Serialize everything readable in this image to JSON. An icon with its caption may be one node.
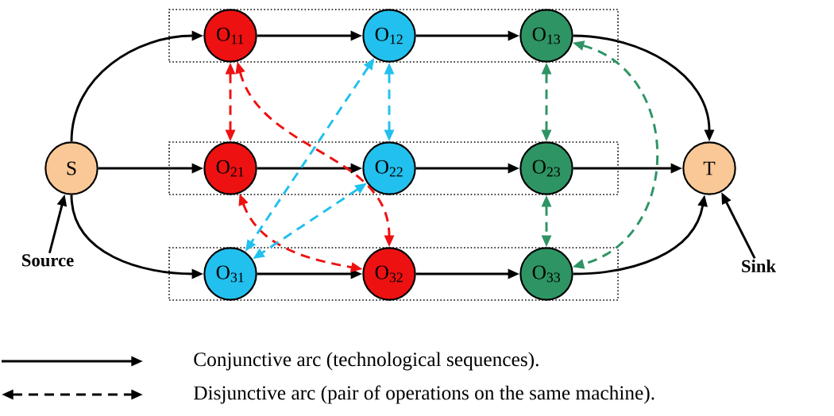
{
  "diagram": {
    "nodes": [
      {
        "text": [
          "S"
        ]
      },
      {
        "text": [],
        "shape": "box"
      },
      {
        "text": [
          "O$_{11}$"
        ],
        "in": 1
      },
      {
        "text": [
          "O$_{12}$"
        ],
        "in": 1
      },
      {
        "text": [
          "O$_{13}$"
        ],
        "in": 1
      },
      {
        "text": [],
        "shape": "box"
      },
      {
        "text": [
          "O$_{21}$"
        ],
        "in": 5
      },
      {
        "text": [
          "O$_{22}$"
        ],
        "in": 5
      },
      {
        "text": [
          "O$_{23}$"
        ],
        "in": 5
      },
      {
        "text": [],
        "shape": "box"
      },
      {
        "text": [
          "O$_{31}$"
        ],
        "in": 9
      },
      {
        "text": [
          "O$_{32}$"
        ],
        "in": 9
      },
      {
        "text": [
          "O$_{33}$"
        ],
        "in": 9
      },
      {
        "text": [
          "T"
        ]
      },
      {
        "text": [
          "Source"
        ]
      },
      {
        "text": [
          "Sink"
        ]
      }
    ],
    "edges": [
      {
        "from": 0,
        "to": 2,
        "arrow": "to"
      },
      {
        "from": 0,
        "to": 6,
        "arrow": "to"
      },
      {
        "from": 0,
        "to": 10,
        "arrow": "to"
      },
      {
        "from": 2,
        "to": 3,
        "arrow": "to"
      },
      {
        "from": 3,
        "to": 4,
        "arrow": "to"
      },
      {
        "from": 6,
        "to": 7,
        "arrow": "to"
      },
      {
        "from": 7,
        "to": 8,
        "arrow": "to"
      },
      {
        "from": 10,
        "to": 11,
        "arrow": "to"
      },
      {
        "from": 11,
        "to": 12,
        "arrow": "to"
      },
      {
        "from": 4,
        "to": 13,
        "arrow": "to"
      },
      {
        "from": 8,
        "to": 13,
        "arrow": "to"
      },
      {
        "from": 12,
        "to": 13,
        "arrow": "to"
      },
      {
        "from": 14,
        "to": 0,
        "arrow": "to"
      },
      {
        "from": 15,
        "to": 13,
        "arrow": "to"
      },
      {
        "from": 2,
        "to": 6,
        "arrow": "both",
        "style": "dashed",
        "color": "#ee1111"
      },
      {
        "from": 2,
        "to": 11,
        "arrow": "both",
        "style": "dashed",
        "color": "#ee1111"
      },
      {
        "from": 6,
        "to": 11,
        "arrow": "both",
        "style": "dashed",
        "color": "#ee1111"
      },
      {
        "from": 3,
        "to": 7,
        "arrow": "both",
        "style": "dashed",
        "color": "#22c0ee"
      },
      {
        "from": 3,
        "to": 10,
        "arrow": "both",
        "style": "dashed",
        "color": "#22c0ee"
      },
      {
        "from": 7,
        "to": 10,
        "arrow": "both",
        "style": "dashed",
        "color": "#22c0ee"
      },
      {
        "from": 4,
        "to": 8,
        "arrow": "both",
        "style": "dashed",
        "color": "#2e9464"
      },
      {
        "from": 8,
        "to": 12,
        "arrow": "both",
        "style": "dashed",
        "color": "#2e9464"
      },
      {
        "from": 4,
        "to": 12,
        "arrow": "both",
        "style": "dashed",
        "color": "#2e9464"
      }
    ],
    "legend": [
      {
        "text": "Conjunctive arc (technological sequences)."
      },
      {
        "text": "Disjunctive arc (pair of operations on the same machine)."
      }
    ]
  }
}
